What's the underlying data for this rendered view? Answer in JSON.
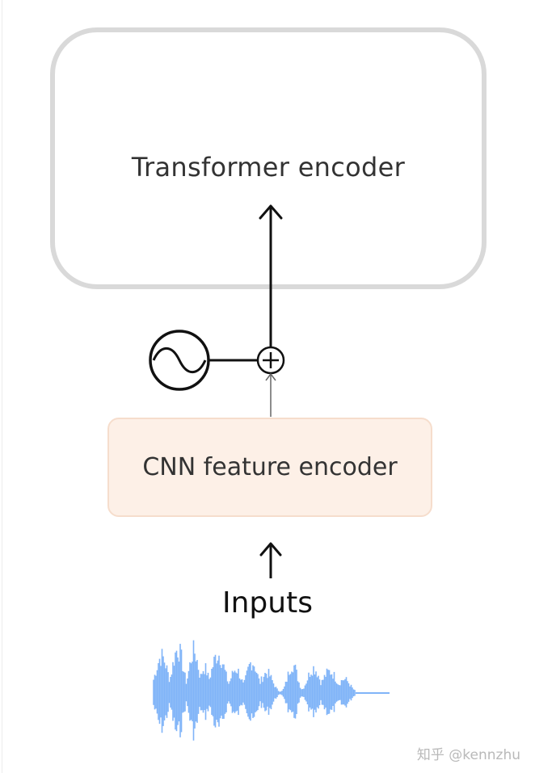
{
  "diagram": {
    "transformer_encoder": {
      "label": "Transformer encoder"
    },
    "cnn_encoder": {
      "label": "CNN feature encoder"
    },
    "inputs": {
      "label": "Inputs"
    },
    "positional_embedding_icon": "sine-wave-circle-icon",
    "sum_icon": "plus-circle-icon",
    "colors": {
      "transformer_border": "#d9d9d9",
      "cnn_fill": "#fdf0e7",
      "cnn_border": "#f6ddcc",
      "waveform": "#80b4f8",
      "arrow": "#111111"
    }
  },
  "watermark": "知乎 @kennzhu"
}
